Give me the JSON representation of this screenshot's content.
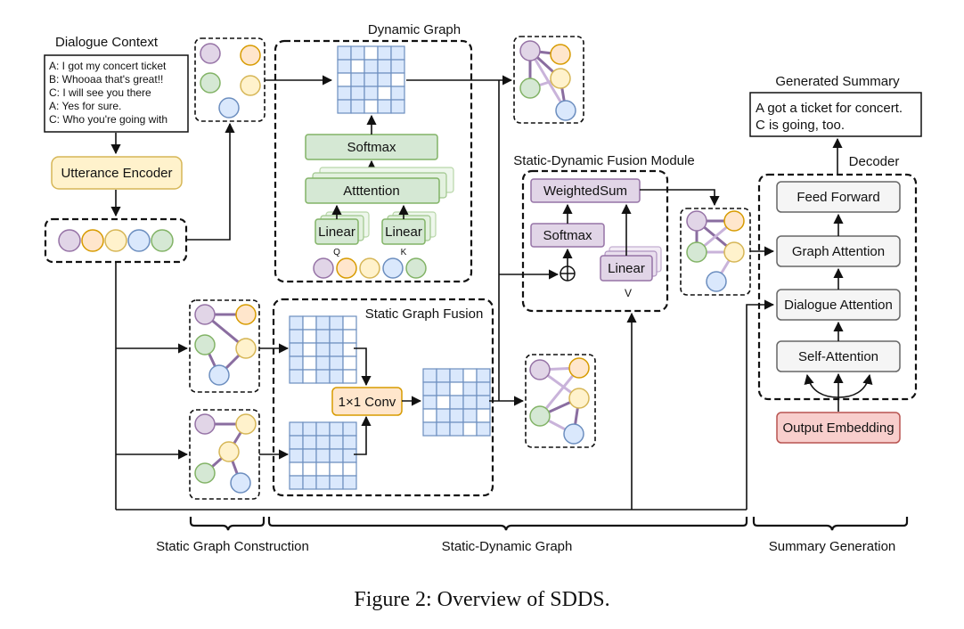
{
  "labels": {
    "dialogue_context": "Dialogue Context",
    "dynamic_graph": "Dynamic Graph",
    "generated_summary": "Generated Summary",
    "fusion_module": "Static-Dynamic Fusion Module",
    "decoder": "Decoder",
    "static_graph_fusion": "Static Graph Fusion",
    "q": "Q",
    "k": "K",
    "v": "V"
  },
  "dialogue_lines": [
    "A: I got my concert ticket",
    "B: Whooaa that's great!!",
    "C: I will see you there",
    "A: Yes for sure.",
    "C: Who you're going with"
  ],
  "summary_lines": [
    "A got a ticket for concert.",
    "C is going, too."
  ],
  "boxes": {
    "utterance_encoder": "Utterance Encoder",
    "softmax_dyn": "Softmax",
    "attention": "Atttention",
    "linear_q": "Linear",
    "linear_k": "Linear",
    "weighted_sum": "WeightedSum",
    "softmax_fusion": "Softmax",
    "linear_v": "Linear",
    "conv": "1×1 Conv",
    "feed_forward": "Feed Forward",
    "graph_attention": "Graph Attention",
    "dialogue_attention": "Dialogue Attention",
    "self_attention": "Self-Attention",
    "output_embedding": "Output Embedding"
  },
  "sections": {
    "static_graph_construction": "Static Graph Construction",
    "static_dynamic_graph": "Static-Dynamic Graph",
    "summary_generation": "Summary Generation"
  },
  "caption": "Figure 2: Overview of SDDS.",
  "colors": {
    "purple_node": "#e1d5e7",
    "orange_node": "#ffe6cc",
    "yellow_node": "#fff2cc",
    "blue_node": "#dae8fc",
    "green_node": "#d5e8d4",
    "encoder_fill": "#fff2cc",
    "green_box": "#d5e8d4",
    "purple_box": "#e1d5e7",
    "grey_box": "#f5f5f5",
    "red_box": "#f8cecc",
    "conv_fill": "#ffe6cc",
    "matrix_dark": "#6c8ebf",
    "matrix_light": "#dae8fc"
  }
}
